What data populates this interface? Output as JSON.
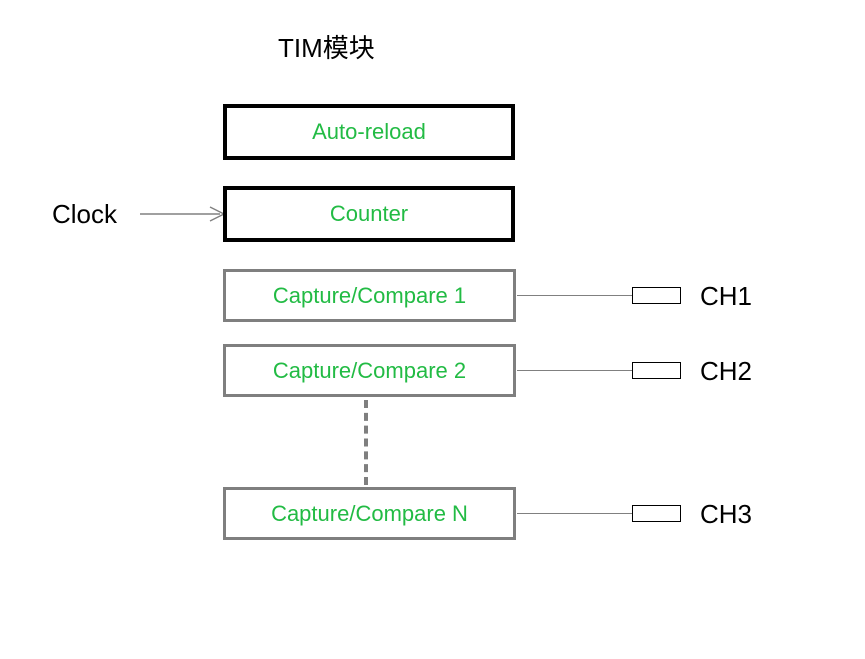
{
  "title": "TIM模块",
  "colors": {
    "block_text_green": "#22bb44",
    "thick_border": "#000000",
    "thin_border": "#7f7f7f",
    "connector_gray": "#808080",
    "label_black": "#000000",
    "background": "#ffffff"
  },
  "blocks": [
    {
      "id": "auto-reload",
      "label": "Auto-reload",
      "border": "thick"
    },
    {
      "id": "counter",
      "label": "Counter",
      "border": "thick"
    },
    {
      "id": "cc1",
      "label": "Capture/Compare 1",
      "border": "thin"
    },
    {
      "id": "cc2",
      "label": "Capture/Compare 2",
      "border": "thin"
    },
    {
      "id": "ccn",
      "label": "Capture/Compare N",
      "border": "thin"
    }
  ],
  "input": {
    "clock_label": "Clock"
  },
  "channels": [
    {
      "id": "ch1",
      "label": "CH1",
      "source_block": "cc1"
    },
    {
      "id": "ch2",
      "label": "CH2",
      "source_block": "cc2"
    },
    {
      "id": "ch3",
      "label": "CH3",
      "source_block": "ccn"
    }
  ],
  "ellipsis": {
    "style": "vertical-dashed-line",
    "between": [
      "cc2",
      "ccn"
    ]
  }
}
